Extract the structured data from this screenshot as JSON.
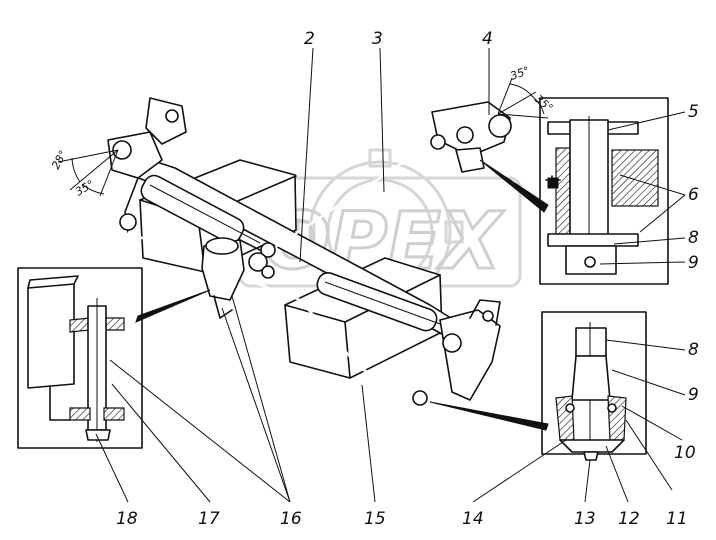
{
  "watermark": {
    "text": "OPEX"
  },
  "angle_labels": {
    "left_a": "28°",
    "left_b": "35°",
    "right_a": "35°",
    "right_b": "35°"
  },
  "callouts": [
    "2",
    "3",
    "4",
    "5",
    "6",
    "8",
    "9",
    "8",
    "9",
    "10",
    "11",
    "12",
    "13",
    "14",
    "15",
    "16",
    "17",
    "18"
  ]
}
